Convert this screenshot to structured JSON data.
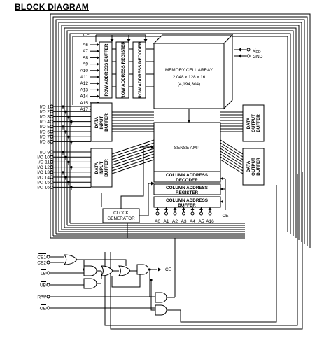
{
  "title": "BLOCK DIAGRAM",
  "row_addr_pins": [
    "A6",
    "A7",
    "A8",
    "A9",
    "A10",
    "A11",
    "A12",
    "A13",
    "A14",
    "A15",
    "A17"
  ],
  "row_blocks": [
    "ROW ADDRESS BUFFER",
    "ROW ADDRESS REGISTER",
    "ROW ADDRESS DECODER"
  ],
  "mem_array": {
    "line1": "MEMORY CELL ARRAY",
    "line2": "2,048 x 128 x 16",
    "line3": "(4,194,304)"
  },
  "power": {
    "vdd": "V",
    "vdd_sub": "DD",
    "gnd": "GND"
  },
  "io_low": [
    "I/O 1",
    "I/O 2",
    "I/O 3",
    "I/O 4",
    "I/O 5",
    "I/O 6",
    "I/O 7",
    "I/O 8"
  ],
  "io_high": [
    "I/O 9",
    "I/O 10",
    "I/O 11",
    "I/O 12",
    "I/O 13",
    "I/O 14",
    "I/O 15",
    "I/O 16"
  ],
  "data_input_buffer": [
    "DATA",
    "INPUT",
    "BUFFER"
  ],
  "data_output_buffer": [
    "DATA",
    "OUTPUT",
    "BUFFER"
  ],
  "sense_amp": "SENSE AMP",
  "col_decoder": [
    "COLUMN ADDRESS",
    "DECODER"
  ],
  "col_register": [
    "COLUMN ADDRESS",
    "REGISTER"
  ],
  "col_buffer": [
    "COLUMN ADDRESS",
    "BUFFER"
  ],
  "clock_gen": [
    "CLOCK",
    "GENERATOR"
  ],
  "col_addr_pins": [
    "A0",
    "A1",
    "A2",
    "A3",
    "A4",
    "A5",
    "A16"
  ],
  "ce_label": "CE",
  "ctrl_pins": [
    "CE1",
    "CE2",
    "LB",
    "UB",
    "R/W",
    "OE"
  ]
}
